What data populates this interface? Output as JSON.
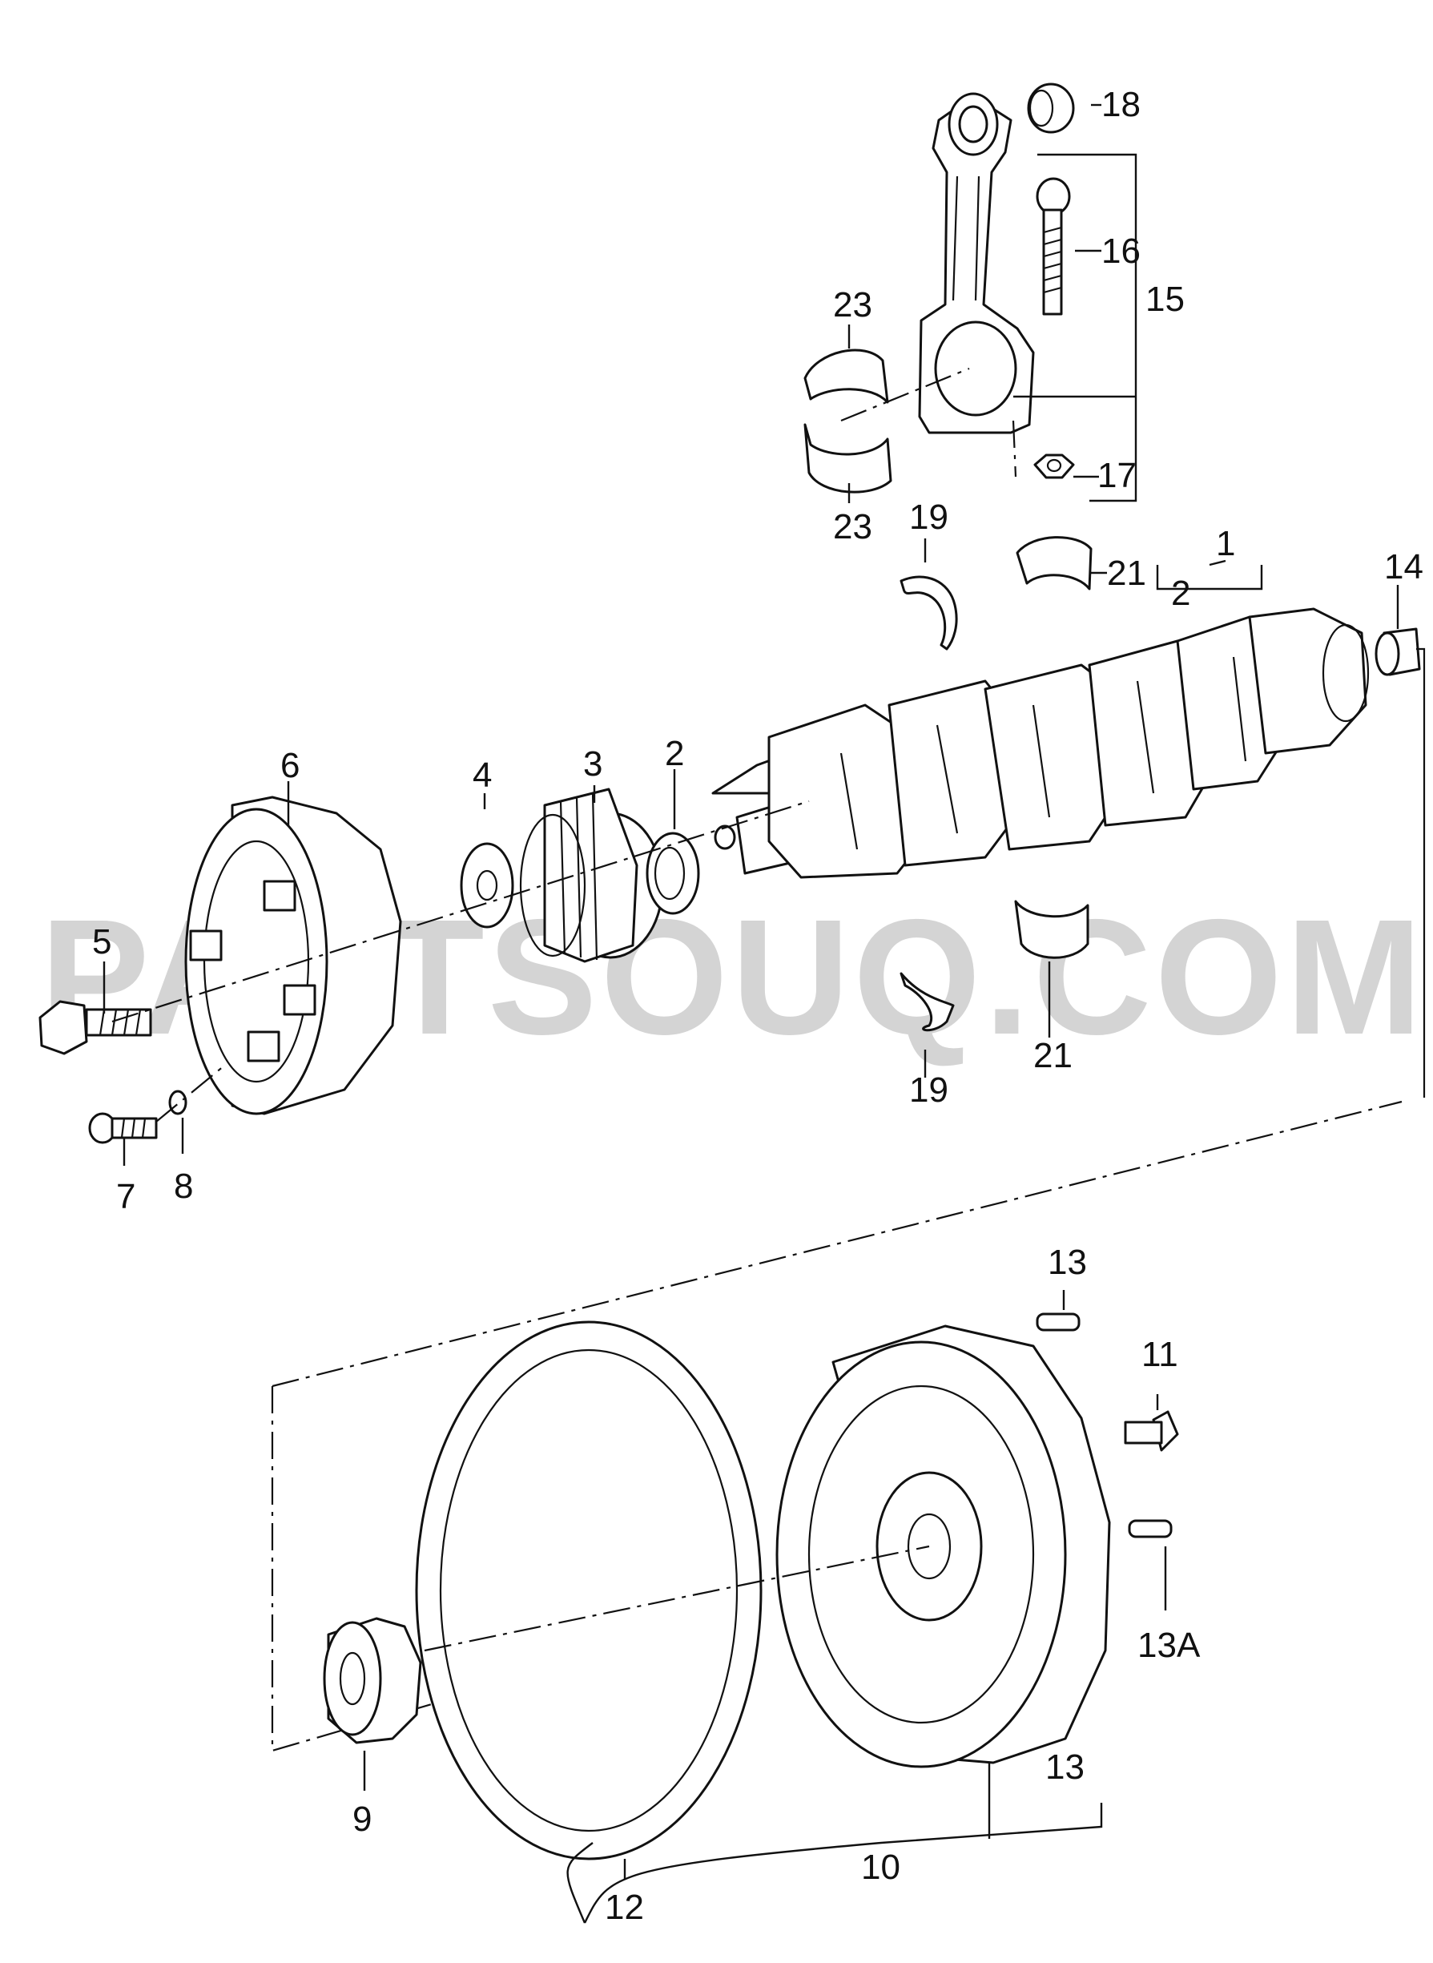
{
  "watermark": "PARTSOUQ.COM",
  "colors": {
    "line": "#111111",
    "background": "#ffffff",
    "watermark": "#d4d4d4"
  },
  "callouts": {
    "c1": "1",
    "c2a": "2",
    "c2b": "2",
    "c3": "3",
    "c4": "4",
    "c5": "5",
    "c6": "6",
    "c7": "7",
    "c8": "8",
    "c9": "9",
    "c10": "10",
    "c11": "11",
    "c12": "12",
    "c13a": "13",
    "c13b": "13",
    "c13A": "13A",
    "c14": "14",
    "c15": "15",
    "c16": "16",
    "c17": "17",
    "c18": "18",
    "c19a": "19",
    "c19b": "19",
    "c21a": "21",
    "c21b": "21",
    "c23a": "23",
    "c23b": "23"
  }
}
